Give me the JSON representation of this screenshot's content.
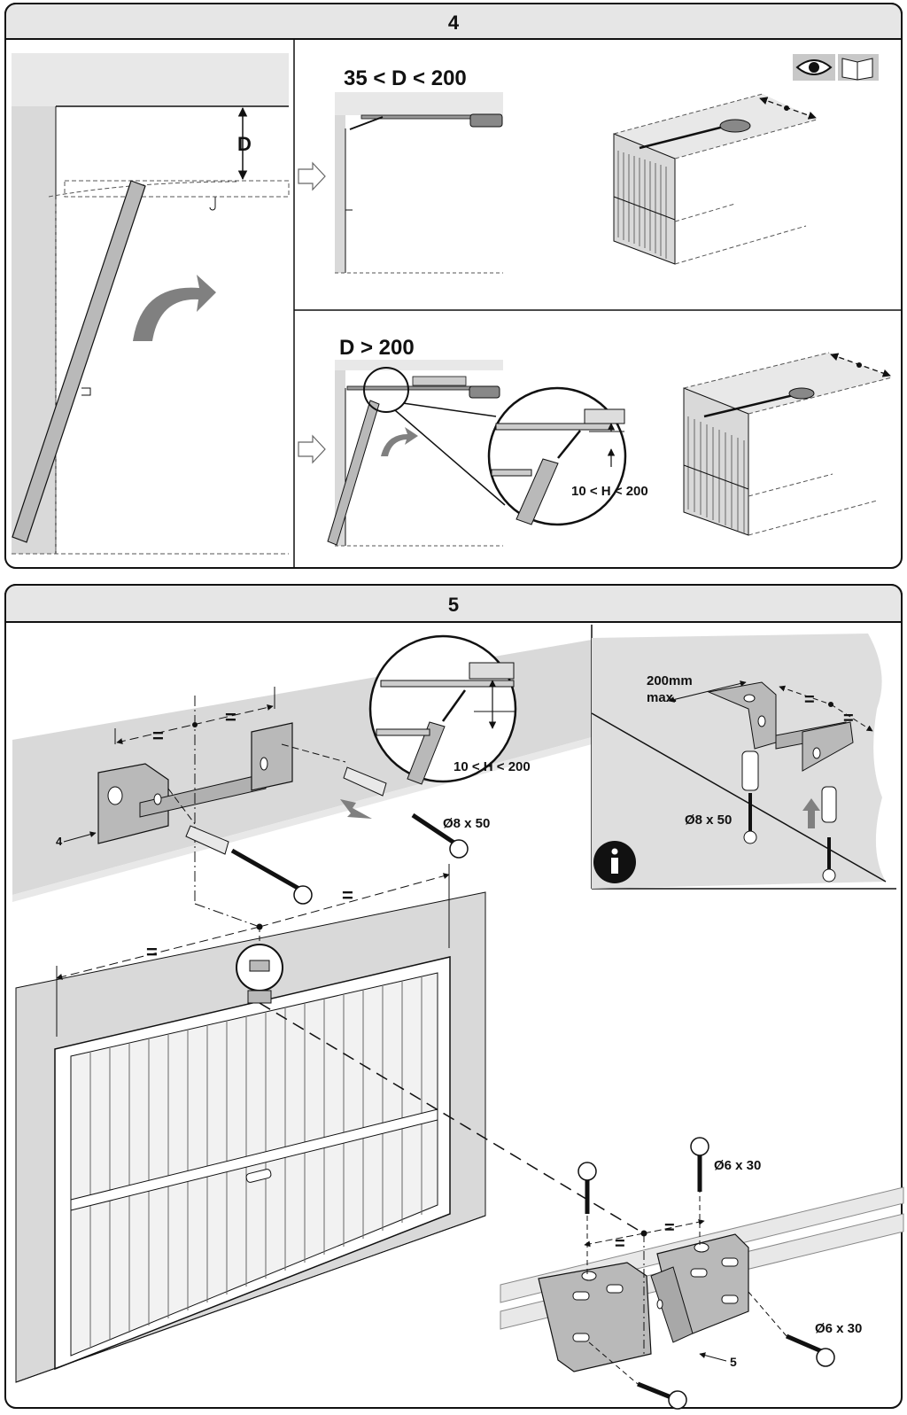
{
  "panel4": {
    "number": "4",
    "left": {
      "d_label": "D"
    },
    "case_a": {
      "condition": "35 < D < 200"
    },
    "case_b": {
      "condition": "D > 200",
      "h_range": "10 < H < 200"
    },
    "icons": [
      "eye-icon",
      "manual-book-icon"
    ]
  },
  "panel5": {
    "number": "5",
    "equal_sign": "=",
    "bracket_label": "4",
    "h_range": "10 < H < 200",
    "anchor_spec": "Ø8 x 50",
    "info": {
      "max_label_1": "200mm",
      "max_label_2": "max.",
      "anchor_spec": "Ø8 x 50",
      "icon": "info-icon"
    },
    "door_bracket": {
      "screw_spec_top": "Ø6 x 30",
      "screw_spec_side": "Ø6 x 30",
      "part_label": "5"
    }
  },
  "colors": {
    "header": "#e6e6e6",
    "wall": "#d9d9d9",
    "ceiling": "#e8e8e8",
    "metal": "#b9b9b9",
    "dark": "#111111"
  }
}
